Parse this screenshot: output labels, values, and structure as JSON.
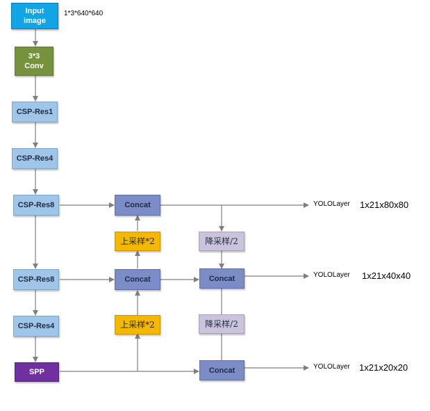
{
  "colors": {
    "input": "#12a5e6",
    "conv": "#76923c",
    "csp": "#9fc5e8",
    "concat": "#7b8cc6",
    "upsample": "#f5b800",
    "downsample": "#cbc3db",
    "spp": "#7030a0",
    "wire": "#7f7f7f"
  },
  "nodes": {
    "input": "Input\nimage",
    "conv": "3*3\nConv",
    "csp1": "CSP-Res1",
    "csp4a": "CSP-Res4",
    "csp8a": "CSP-Res8",
    "csp8b": "CSP-Res8",
    "csp4b": "CSP-Res4",
    "spp": "SPP",
    "concat_top": "Concat",
    "concat_mid_left": "Concat",
    "concat_mid_right": "Concat",
    "concat_bottom": "Concat",
    "upsample_top": "上采样*2",
    "upsample_bottom": "上采样*2",
    "downsample_top": "降采样/2",
    "downsample_bottom": "降采样/2"
  },
  "labels": {
    "input_shape": "1*3*640*640",
    "yolo_top": "YOLOLayer",
    "yolo_mid": "YOLOLayer",
    "yolo_bottom": "YOLOLayer",
    "dim_top": "1x21x80x80",
    "dim_mid": "1x21x40x40",
    "dim_bottom": "1x21x20x20"
  }
}
